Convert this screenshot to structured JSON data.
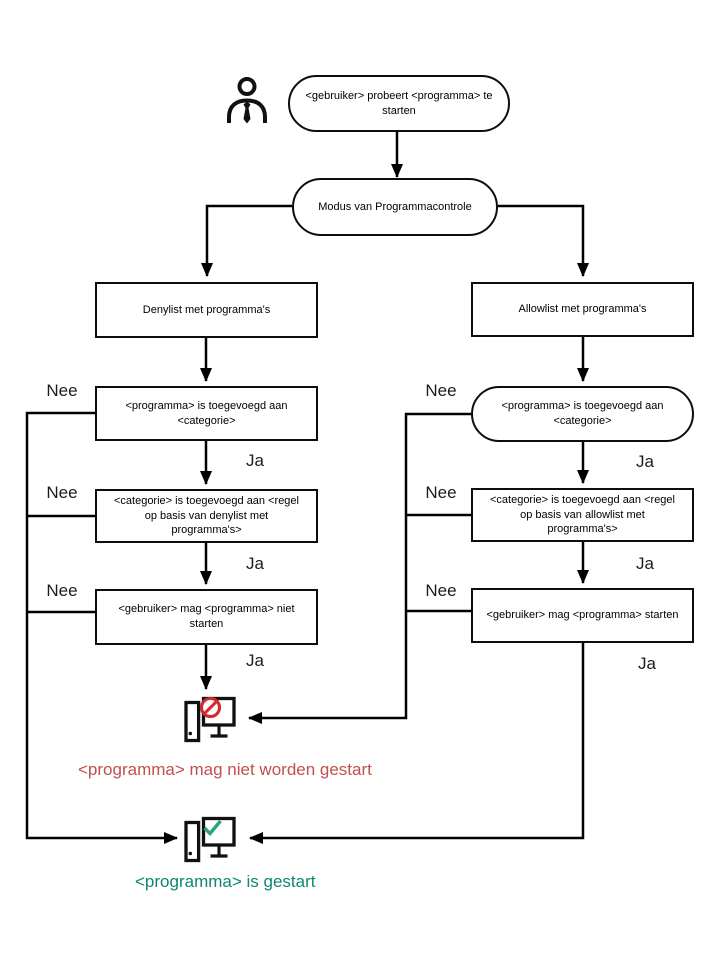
{
  "diagram": {
    "type": "flowchart",
    "language": "nl",
    "nodes": {
      "start": "<gebruiker> probeert <programma> te starten",
      "mode": "Modus van Programmacontrole",
      "denylist": "Denylist met programma's",
      "allowlist": "Allowlist met programma's",
      "deny_check_category": "<programma> is toegevoegd aan <categorie>",
      "allow_check_category": "<programma> is toegevoegd aan <categorie>",
      "deny_check_rule": "<categorie> is toegevoegd aan <regel op basis van denylist met programma's>",
      "allow_check_rule": "<categorie> is toegevoegd aan <regel op basis van allowlist met programma's>",
      "deny_result": "<gebruiker> mag <programma> niet starten",
      "allow_result": "<gebruiker> mag <programma> starten",
      "blocked_caption": "<programma> mag niet worden gestart",
      "started_caption": "<programma> is gestart"
    },
    "edge_labels": {
      "yes": "Ja",
      "no": "Nee"
    },
    "icons": {
      "actor": "user-icon",
      "blocked": "computer-blocked-icon",
      "started": "computer-started-icon"
    },
    "colors": {
      "line": "#000000",
      "node_border": "#0d0d0d",
      "blocked_caption_text": "#c0504d",
      "started_caption_text": "#0f8672",
      "prohibition_icon": "#d32b2b",
      "check_icon": "#27a37e"
    }
  }
}
